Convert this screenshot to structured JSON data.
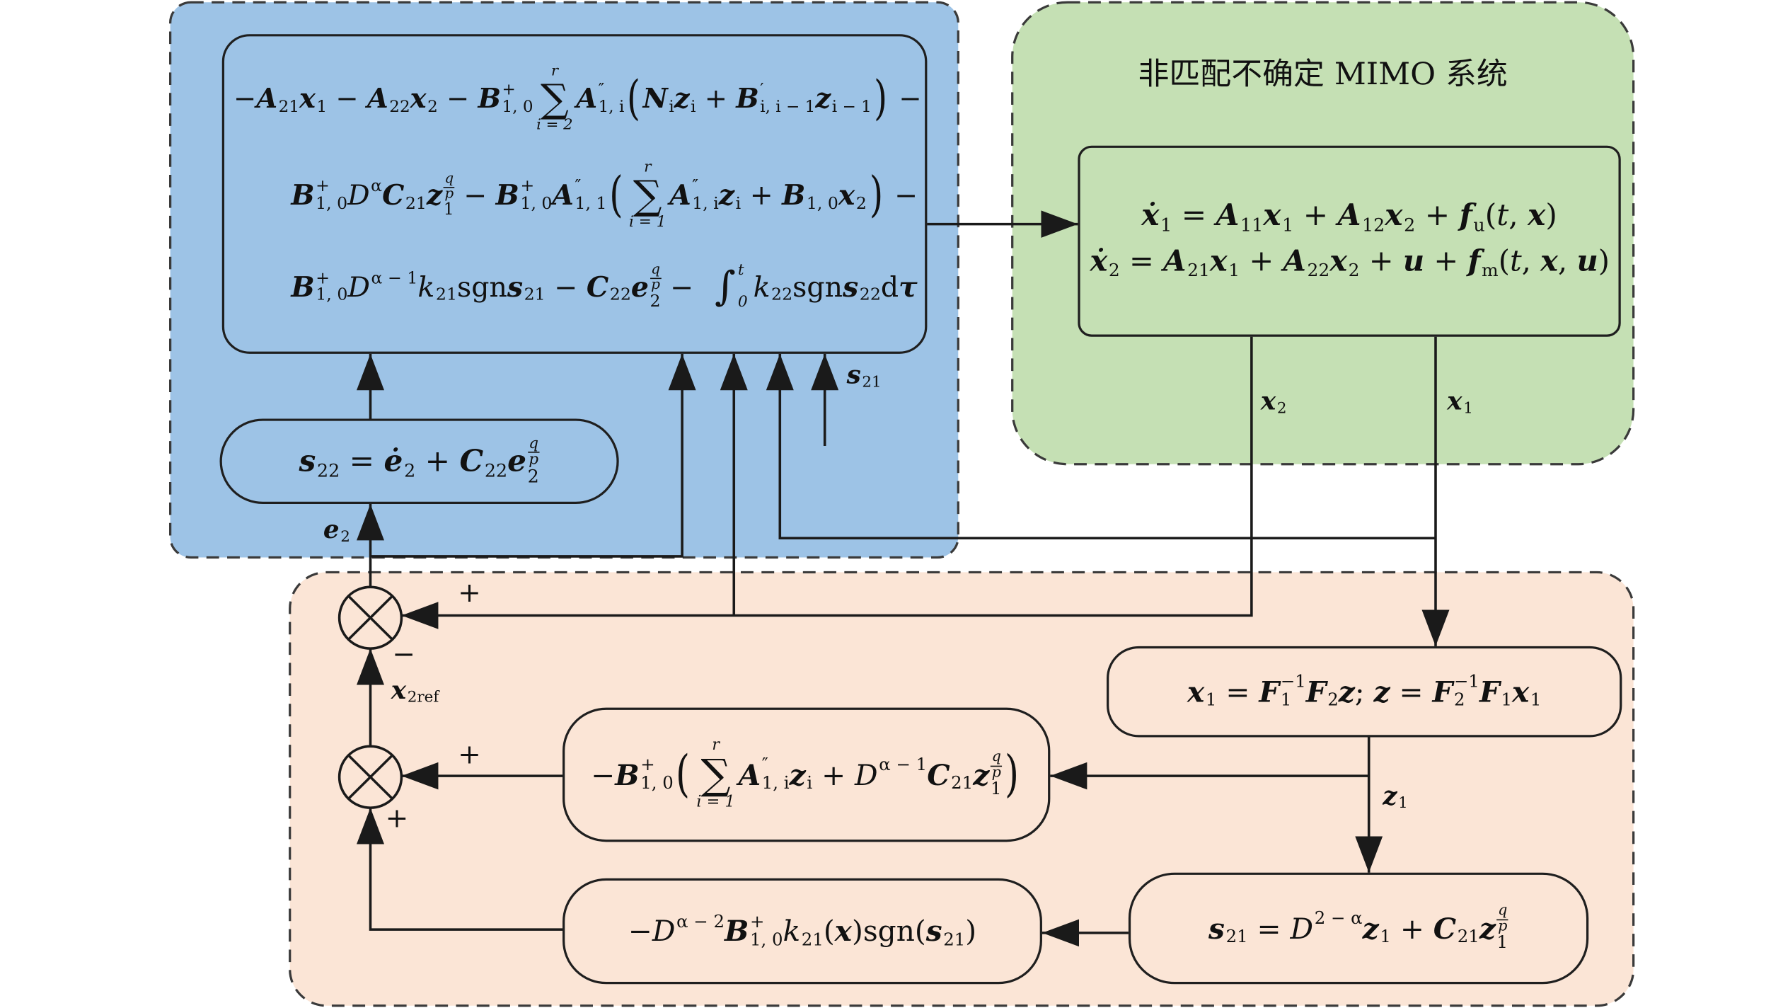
{
  "colors": {
    "blue_region": "#9dc3e6",
    "green_region": "#c5e0b4",
    "orange_region": "#fbe5d6",
    "line": "#1a1a1a"
  },
  "plant": {
    "title": "非匹配不确定 MIMO 系统",
    "eq_1": [
      {
        "t": "ẋ",
        "bi": true,
        "sub": "1"
      },
      {
        "t": " = "
      },
      {
        "t": "A",
        "bi": true,
        "sub": "11"
      },
      {
        "t": "x",
        "bi": true,
        "sub": "1"
      },
      {
        "t": " + "
      },
      {
        "t": "A",
        "bi": true,
        "sub": "12"
      },
      {
        "t": "x",
        "bi": true,
        "sub": "2"
      },
      {
        "t": " + "
      },
      {
        "t": "f",
        "bi": true,
        "sub": "u"
      },
      {
        "t": "("
      },
      {
        "t": "t",
        "it": true
      },
      {
        "t": ", "
      },
      {
        "t": "x",
        "bi": true
      },
      {
        "t": ")"
      }
    ],
    "eq_2": [
      {
        "t": "ẋ",
        "bi": true,
        "sub": "2"
      },
      {
        "t": " = "
      },
      {
        "t": "A",
        "bi": true,
        "sub": "21"
      },
      {
        "t": "x",
        "bi": true,
        "sub": "1"
      },
      {
        "t": " + "
      },
      {
        "t": "A",
        "bi": true,
        "sub": "22"
      },
      {
        "t": "x",
        "bi": true,
        "sub": "2"
      },
      {
        "t": " + "
      },
      {
        "t": "u",
        "bi": true
      },
      {
        "t": " + "
      },
      {
        "t": "f",
        "bi": true,
        "sub": "m"
      },
      {
        "t": "("
      },
      {
        "t": "t",
        "it": true
      },
      {
        "t": ", "
      },
      {
        "t": "x",
        "bi": true
      },
      {
        "t": ", "
      },
      {
        "t": "u",
        "bi": true
      },
      {
        "t": ")"
      }
    ]
  },
  "controller": {
    "law_line_1": [
      {
        "t": "−"
      },
      {
        "t": "A",
        "bi": true,
        "sub": "21"
      },
      {
        "t": "x",
        "bi": true,
        "sub": "1"
      },
      {
        "t": " − "
      },
      {
        "t": "A",
        "bi": true,
        "sub": "22"
      },
      {
        "t": "x",
        "bi": true,
        "sub": "2"
      },
      {
        "t": " − "
      },
      {
        "t": "B",
        "bi": true,
        "sup": "+",
        "sub": "1, 0"
      },
      {
        "op": "∑",
        "lo": "i = 2",
        "hi": "r"
      },
      {
        "t": "A",
        "bi": true,
        "sup": "″",
        "sub": "1, i"
      },
      {
        "t": "(",
        "big": true
      },
      {
        "t": "N",
        "bi": true,
        "sub": "i"
      },
      {
        "t": "z",
        "bi": true,
        "sub": "i"
      },
      {
        "t": " + "
      },
      {
        "t": "B",
        "bi": true,
        "sup": "′",
        "sub": "i, i − 1"
      },
      {
        "t": "z",
        "bi": true,
        "sub": "i − 1"
      },
      {
        "t": ")",
        "big": true
      },
      {
        "t": " −"
      }
    ],
    "law_line_2": [
      {
        "t": "B",
        "bi": true,
        "sup": "+",
        "sub": "1, 0"
      },
      {
        "t": "D",
        "it": true,
        "sup": "α"
      },
      {
        "t": "C",
        "bi": true,
        "sub": "21"
      },
      {
        "t": "z",
        "bi": true,
        "sub": "1",
        "frac": [
          "q",
          "p"
        ]
      },
      {
        "t": " − "
      },
      {
        "t": "B",
        "bi": true,
        "sup": "+",
        "sub": "1, 0"
      },
      {
        "t": "A",
        "bi": true,
        "sup": "″",
        "sub": "1, 1"
      },
      {
        "t": "(",
        "big": true
      },
      {
        "op": "∑",
        "lo": "i = 1",
        "hi": "r"
      },
      {
        "t": "A",
        "bi": true,
        "sup": "″",
        "sub": "1, i"
      },
      {
        "t": "z",
        "bi": true,
        "sub": "i"
      },
      {
        "t": " + "
      },
      {
        "t": "B",
        "bi": true,
        "sub": "1, 0"
      },
      {
        "t": "x",
        "bi": true,
        "sub": "2"
      },
      {
        "t": ")",
        "big": true
      },
      {
        "t": " −"
      }
    ],
    "law_line_3": [
      {
        "t": "B",
        "bi": true,
        "sup": "+",
        "sub": "1, 0"
      },
      {
        "t": "D",
        "it": true,
        "sup": "α − 1"
      },
      {
        "t": "k",
        "it": true,
        "sub": "21"
      },
      {
        "t": "sgn"
      },
      {
        "t": "s",
        "bi": true,
        "sub": "21"
      },
      {
        "t": " − "
      },
      {
        "t": "C",
        "bi": true,
        "sub": "22"
      },
      {
        "t": "e",
        "bi": true,
        "sub": "2",
        "frac": [
          "q",
          "p"
        ]
      },
      {
        "t": " −  "
      },
      {
        "op": "∫",
        "lo": "0",
        "hi": "t"
      },
      {
        "t": "k",
        "it": true,
        "sub": "22"
      },
      {
        "t": "sgn"
      },
      {
        "t": "s",
        "bi": true,
        "sub": "22"
      },
      {
        "t": "d"
      },
      {
        "t": "τ",
        "bi": true
      }
    ],
    "sliding_surface_s22": [
      {
        "t": "s",
        "bi": true,
        "sub": "22"
      },
      {
        "t": " = "
      },
      {
        "t": "ė",
        "bi": true,
        "sub": "2"
      },
      {
        "t": " + "
      },
      {
        "t": "C",
        "bi": true,
        "sub": "22"
      },
      {
        "t": "e",
        "bi": true,
        "sub": "2",
        "frac": [
          "q",
          "p"
        ]
      }
    ]
  },
  "reference": {
    "transform_eq": [
      {
        "t": "x",
        "bi": true,
        "sub": "1"
      },
      {
        "t": " = "
      },
      {
        "t": "F",
        "bi": true,
        "sup": "−1",
        "sub": "1"
      },
      {
        "t": "F",
        "bi": true,
        "sub": "2"
      },
      {
        "t": "z",
        "bi": true
      },
      {
        "t": "; "
      },
      {
        "t": "z",
        "bi": true
      },
      {
        "t": " = "
      },
      {
        "t": "F",
        "bi": true,
        "sup": "−1",
        "sub": "2"
      },
      {
        "t": "F",
        "bi": true,
        "sub": "1"
      },
      {
        "t": "x",
        "bi": true,
        "sub": "1"
      }
    ],
    "feedforward_eq": [
      {
        "t": "−"
      },
      {
        "t": "B",
        "bi": true,
        "sup": "+",
        "sub": "1, 0"
      },
      {
        "t": "(",
        "big": true
      },
      {
        "op": "∑",
        "lo": "i = 1",
        "hi": "r"
      },
      {
        "t": "A",
        "bi": true,
        "sup": "″",
        "sub": "1, i"
      },
      {
        "t": "z",
        "bi": true,
        "sub": "i"
      },
      {
        "t": " + "
      },
      {
        "t": "D",
        "it": true,
        "sup": "α − 1"
      },
      {
        "t": "C",
        "bi": true,
        "sub": "21"
      },
      {
        "t": "z",
        "bi": true,
        "sub": "1",
        "frac": [
          "q",
          "p"
        ]
      },
      {
        "t": ")",
        "big": true
      }
    ],
    "switching_eq": [
      {
        "t": "−"
      },
      {
        "t": "D",
        "it": true,
        "sup": "α − 2"
      },
      {
        "t": "B",
        "bi": true,
        "sup": "+",
        "sub": "1, 0"
      },
      {
        "t": "k",
        "it": true,
        "sub": "21"
      },
      {
        "t": "("
      },
      {
        "t": "x",
        "bi": true
      },
      {
        "t": ")sgn("
      },
      {
        "t": "s",
        "bi": true,
        "sub": "21"
      },
      {
        "t": ")"
      }
    ],
    "sliding_surface_s21": [
      {
        "t": "s",
        "bi": true,
        "sub": "21"
      },
      {
        "t": " = "
      },
      {
        "t": "D",
        "it": true,
        "sup": "2 − α"
      },
      {
        "t": "z",
        "bi": true,
        "sub": "1"
      },
      {
        "t": " + "
      },
      {
        "t": "C",
        "bi": true,
        "sub": "21"
      },
      {
        "t": "z",
        "bi": true,
        "sub": "1",
        "frac": [
          "q",
          "p"
        ]
      }
    ]
  },
  "signals": {
    "s21": [
      {
        "t": "s",
        "bi": true,
        "sub": "21"
      }
    ],
    "x2": [
      {
        "t": "x",
        "bi": true,
        "sub": "2"
      }
    ],
    "x1": [
      {
        "t": "x",
        "bi": true,
        "sub": "1"
      }
    ],
    "e2": [
      {
        "t": "e",
        "bi": true,
        "sub": "2"
      }
    ],
    "z1": [
      {
        "t": "z",
        "bi": true,
        "sub": "1"
      }
    ],
    "x2ref": [
      {
        "t": "x",
        "bi": true,
        "sub": "2ref"
      }
    ]
  },
  "signs": {
    "junction_1_plus": "+",
    "junction_1_minus": "−",
    "junction_2_plus_right": "+",
    "junction_2_plus_bottom": "+"
  }
}
